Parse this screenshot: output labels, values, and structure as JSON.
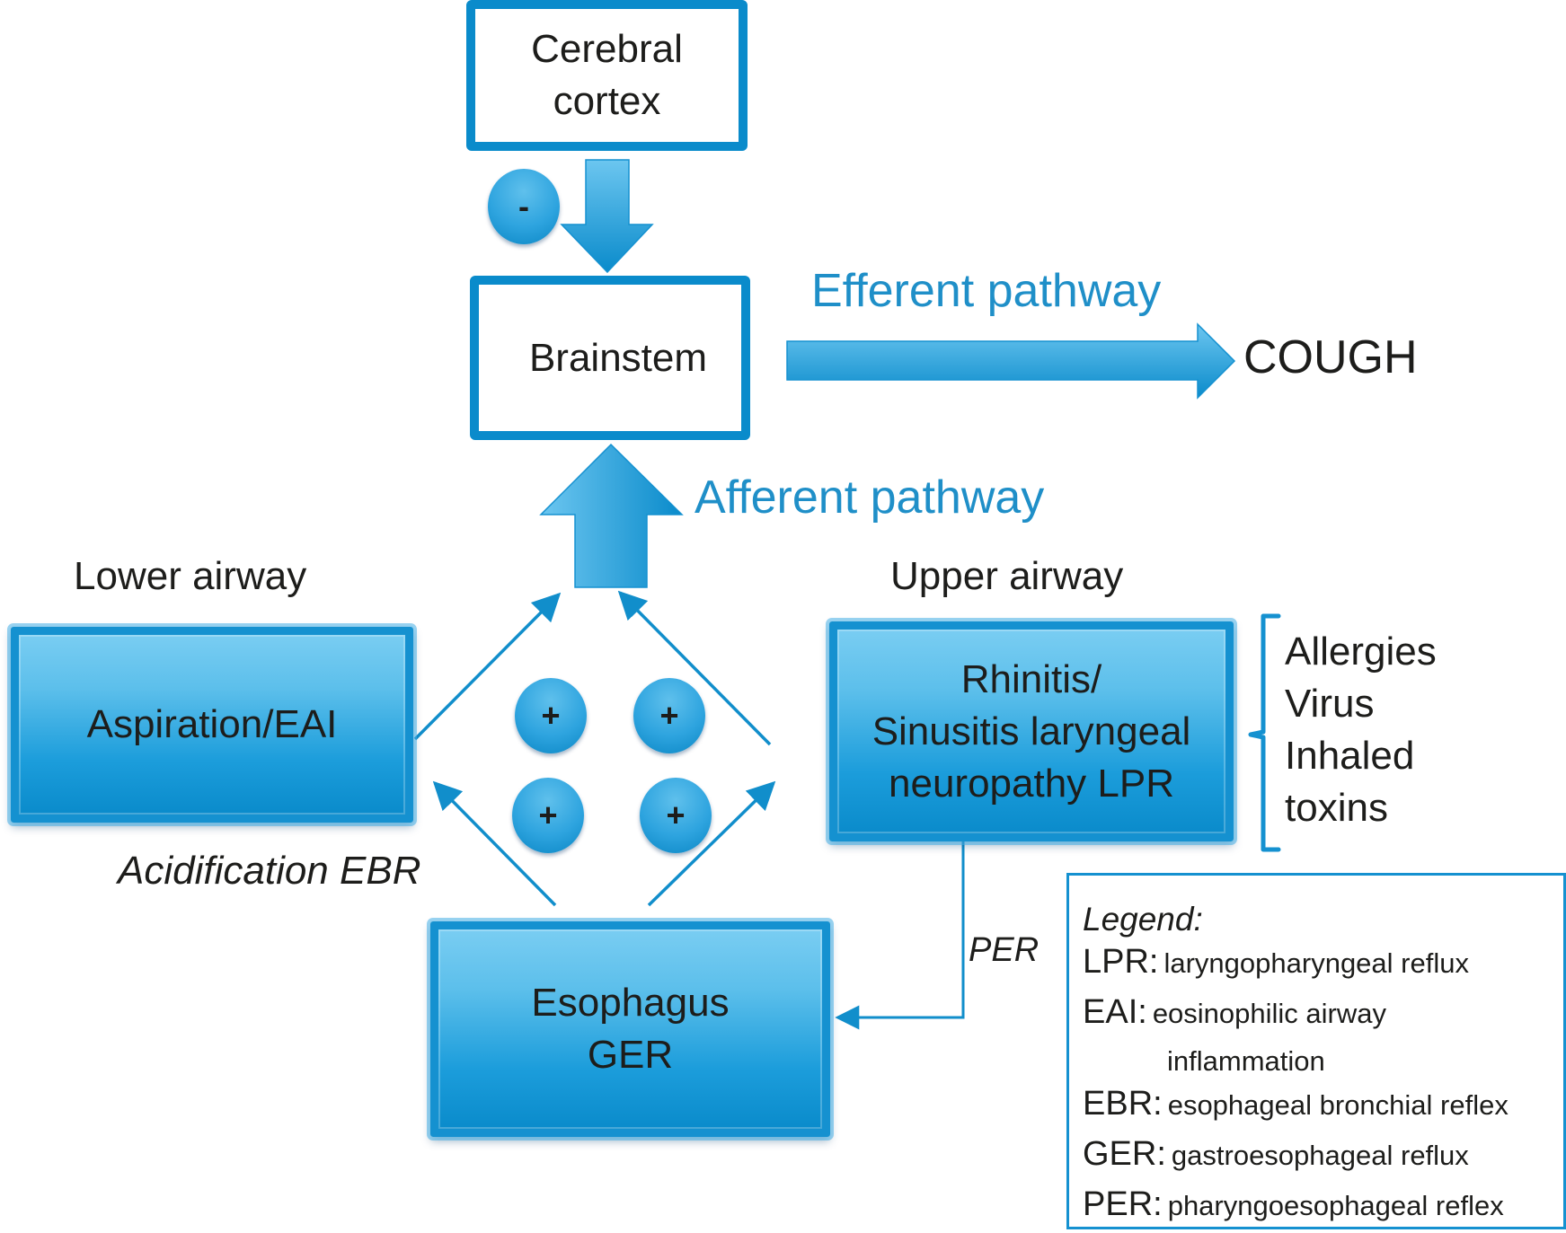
{
  "diagram": {
    "nodes": {
      "cerebral_cortex": "Cerebral\ncortex",
      "brainstem": "Brainstem",
      "cough": "COUGH",
      "aspiration": "Aspiration/EAI",
      "rhinitis": "Rhinitis/\nSinusitis laryngeal\nneuropathy LPR",
      "esophagus": "Esophagus\nGER"
    },
    "labels": {
      "efferent": "Efferent pathway",
      "afferent": "Afferent pathway",
      "lower_airway": "Lower airway",
      "upper_airway": "Upper airway",
      "acidification": "Acidification EBR",
      "per": "PER"
    },
    "signs": {
      "inhibitory": "-",
      "excitatory": [
        "+",
        "+",
        "+",
        "+"
      ]
    },
    "triggers": [
      "Allergies",
      "Virus",
      "Inhaled",
      "toxins"
    ],
    "legend": {
      "title": "Legend:",
      "entries": [
        {
          "abbr": "LPR:",
          "definition": "laryngopharyngeal reflux"
        },
        {
          "abbr": "EAI:",
          "definition": "eosinophilic airway",
          "continuation": "inflammation"
        },
        {
          "abbr": "EBR:",
          "definition": "esophageal bronchial reflex"
        },
        {
          "abbr": "GER:",
          "definition": "gastroesophageal reflux"
        },
        {
          "abbr": "PER:",
          "definition": "pharyngoesophageal reflex"
        }
      ]
    },
    "colors": {
      "accent": "#0a8bcb",
      "pathway_text": "#1f8fc8",
      "text": "#1d1d1b"
    }
  }
}
